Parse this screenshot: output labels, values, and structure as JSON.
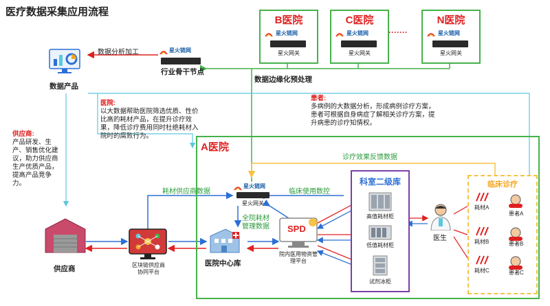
{
  "title": "医疗数据采集应用流程",
  "hospitals_top": [
    {
      "name": "B医院",
      "logo": "星火链网",
      "gateway": "星火网关"
    },
    {
      "name": "C医院",
      "logo": "星火链网",
      "gateway": "星火网关"
    },
    {
      "name": "N医院",
      "logo": "星火链网",
      "gateway": "星火网关"
    }
  ],
  "ellipsis": "·······",
  "backbone": {
    "logo": "星火链网",
    "label": "行业骨干节点"
  },
  "data_analysis_label": "数据分析加工",
  "edge_processing_label": "数据边缘化预处理",
  "data_product_label": "数据产品",
  "hospital_note": {
    "head": "医院:",
    "body": "以大数据帮助医院筛选优质、性价比高的耗材产品，在提升诊疗效果，降低诊疗费用同时杜绝耗材入院时的腐败行为。"
  },
  "patient_note": {
    "head": "患者:",
    "body": "多病例的大数据分析，形成病例诊疗方案，患者可根据自身病症了解相关诊疗方案，提升病患的诊疗知情权。"
  },
  "supplier_note": {
    "head": "供应商:",
    "body": "产品研发、生产、销售优化建议，助力供应商生产优质产品，提高产品竞争力。"
  },
  "a_hospital": {
    "title": "A医院",
    "feedback_label": "诊疗效果反馈数据",
    "gateway_logo": "星火链网",
    "gateway_label": "星火网关",
    "supplier_data_label": "耗材供应商数据",
    "usage_label": "临床使用数控",
    "full_data_label": "全院耗材管理数据",
    "center_label": "医院中心库",
    "spd_label": "SPD",
    "spd_caption": "院内医用物资管理平台",
    "dept_title": "科室二级库",
    "cabinets": [
      "高值耗材柜",
      "低值耗材柜",
      "试剂冰柜"
    ],
    "doctor_label": "医生",
    "clinic_title": "临床诊疗",
    "consumables": [
      "耗材A",
      "耗材B",
      "耗材C"
    ],
    "patients": [
      "患者A",
      "患者B",
      "患者C"
    ]
  },
  "supplier_label": "供应商",
  "blockchain_caption": "区块链供应商协同平台",
  "colors": {
    "green": "#46b14a",
    "red": "#e02020",
    "blue": "#2c6fd6",
    "cyan": "#5bc8e0",
    "purple": "#7a3fa5",
    "yellow": "#f5c242"
  }
}
